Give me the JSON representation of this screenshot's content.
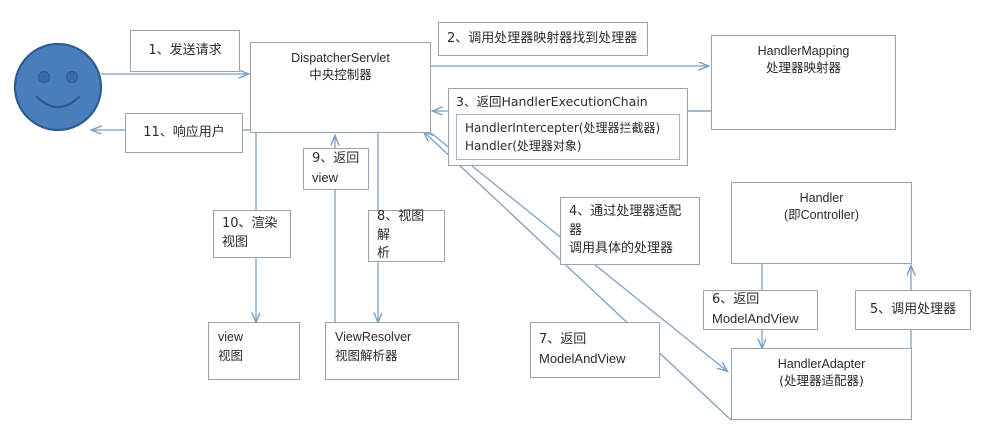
{
  "diagram": {
    "title": "Spring MVC Request Processing Flow",
    "colors": {
      "line": "#7ba0c4",
      "box_border": "#9aa4ae",
      "face_fill": "#4a7ebb",
      "face_stroke": "#2f5c92",
      "text": "#2b2b2b",
      "background": "#ffffff"
    },
    "actor": {
      "name": "user-smiley-face"
    },
    "nodes": {
      "dispatcher": {
        "line1": "DispatcherServlet",
        "line2": "中央控制器"
      },
      "handler_mapping": {
        "line1": "HandlerMapping",
        "line2": "处理器映射器"
      },
      "handler": {
        "line1": "Handler",
        "line2": "(即Controller)"
      },
      "handler_adapter": {
        "line1": "HandlerAdapter",
        "line2": "(处理器适配器)"
      },
      "view_resolver": {
        "line1": "ViewResolver",
        "line2": "视图解析器"
      },
      "view": {
        "line1": "view",
        "line2": "视图"
      }
    },
    "steps": {
      "s1": {
        "line1": "1、发送请求",
        "line2": ""
      },
      "s2": {
        "line1": "2、调用处理器映射器找到处理器",
        "line2": ""
      },
      "s3": {
        "line1": "3、返回HandlerExecutionChain",
        "inner_line1": "HandlerIntercepter(处理器拦截器)",
        "inner_line2": "Handler(处理器对象)"
      },
      "s4": {
        "line1": "4、通过处理器适配器",
        "line2": "调用具体的处理器"
      },
      "s5": {
        "line1": "5、调用处理器",
        "line2": ""
      },
      "s6": {
        "line1": "6、返回",
        "line2": "ModelAndView"
      },
      "s7": {
        "line1": "7、返回",
        "line2": "ModelAndView"
      },
      "s8": {
        "line1": "8、视图解",
        "line2": "析"
      },
      "s9": {
        "line1": "9、返回",
        "line2": "view"
      },
      "s10": {
        "line1": "10、渲染",
        "line2": "视图"
      },
      "s11": {
        "line1": "11、响应用户",
        "line2": ""
      }
    }
  }
}
